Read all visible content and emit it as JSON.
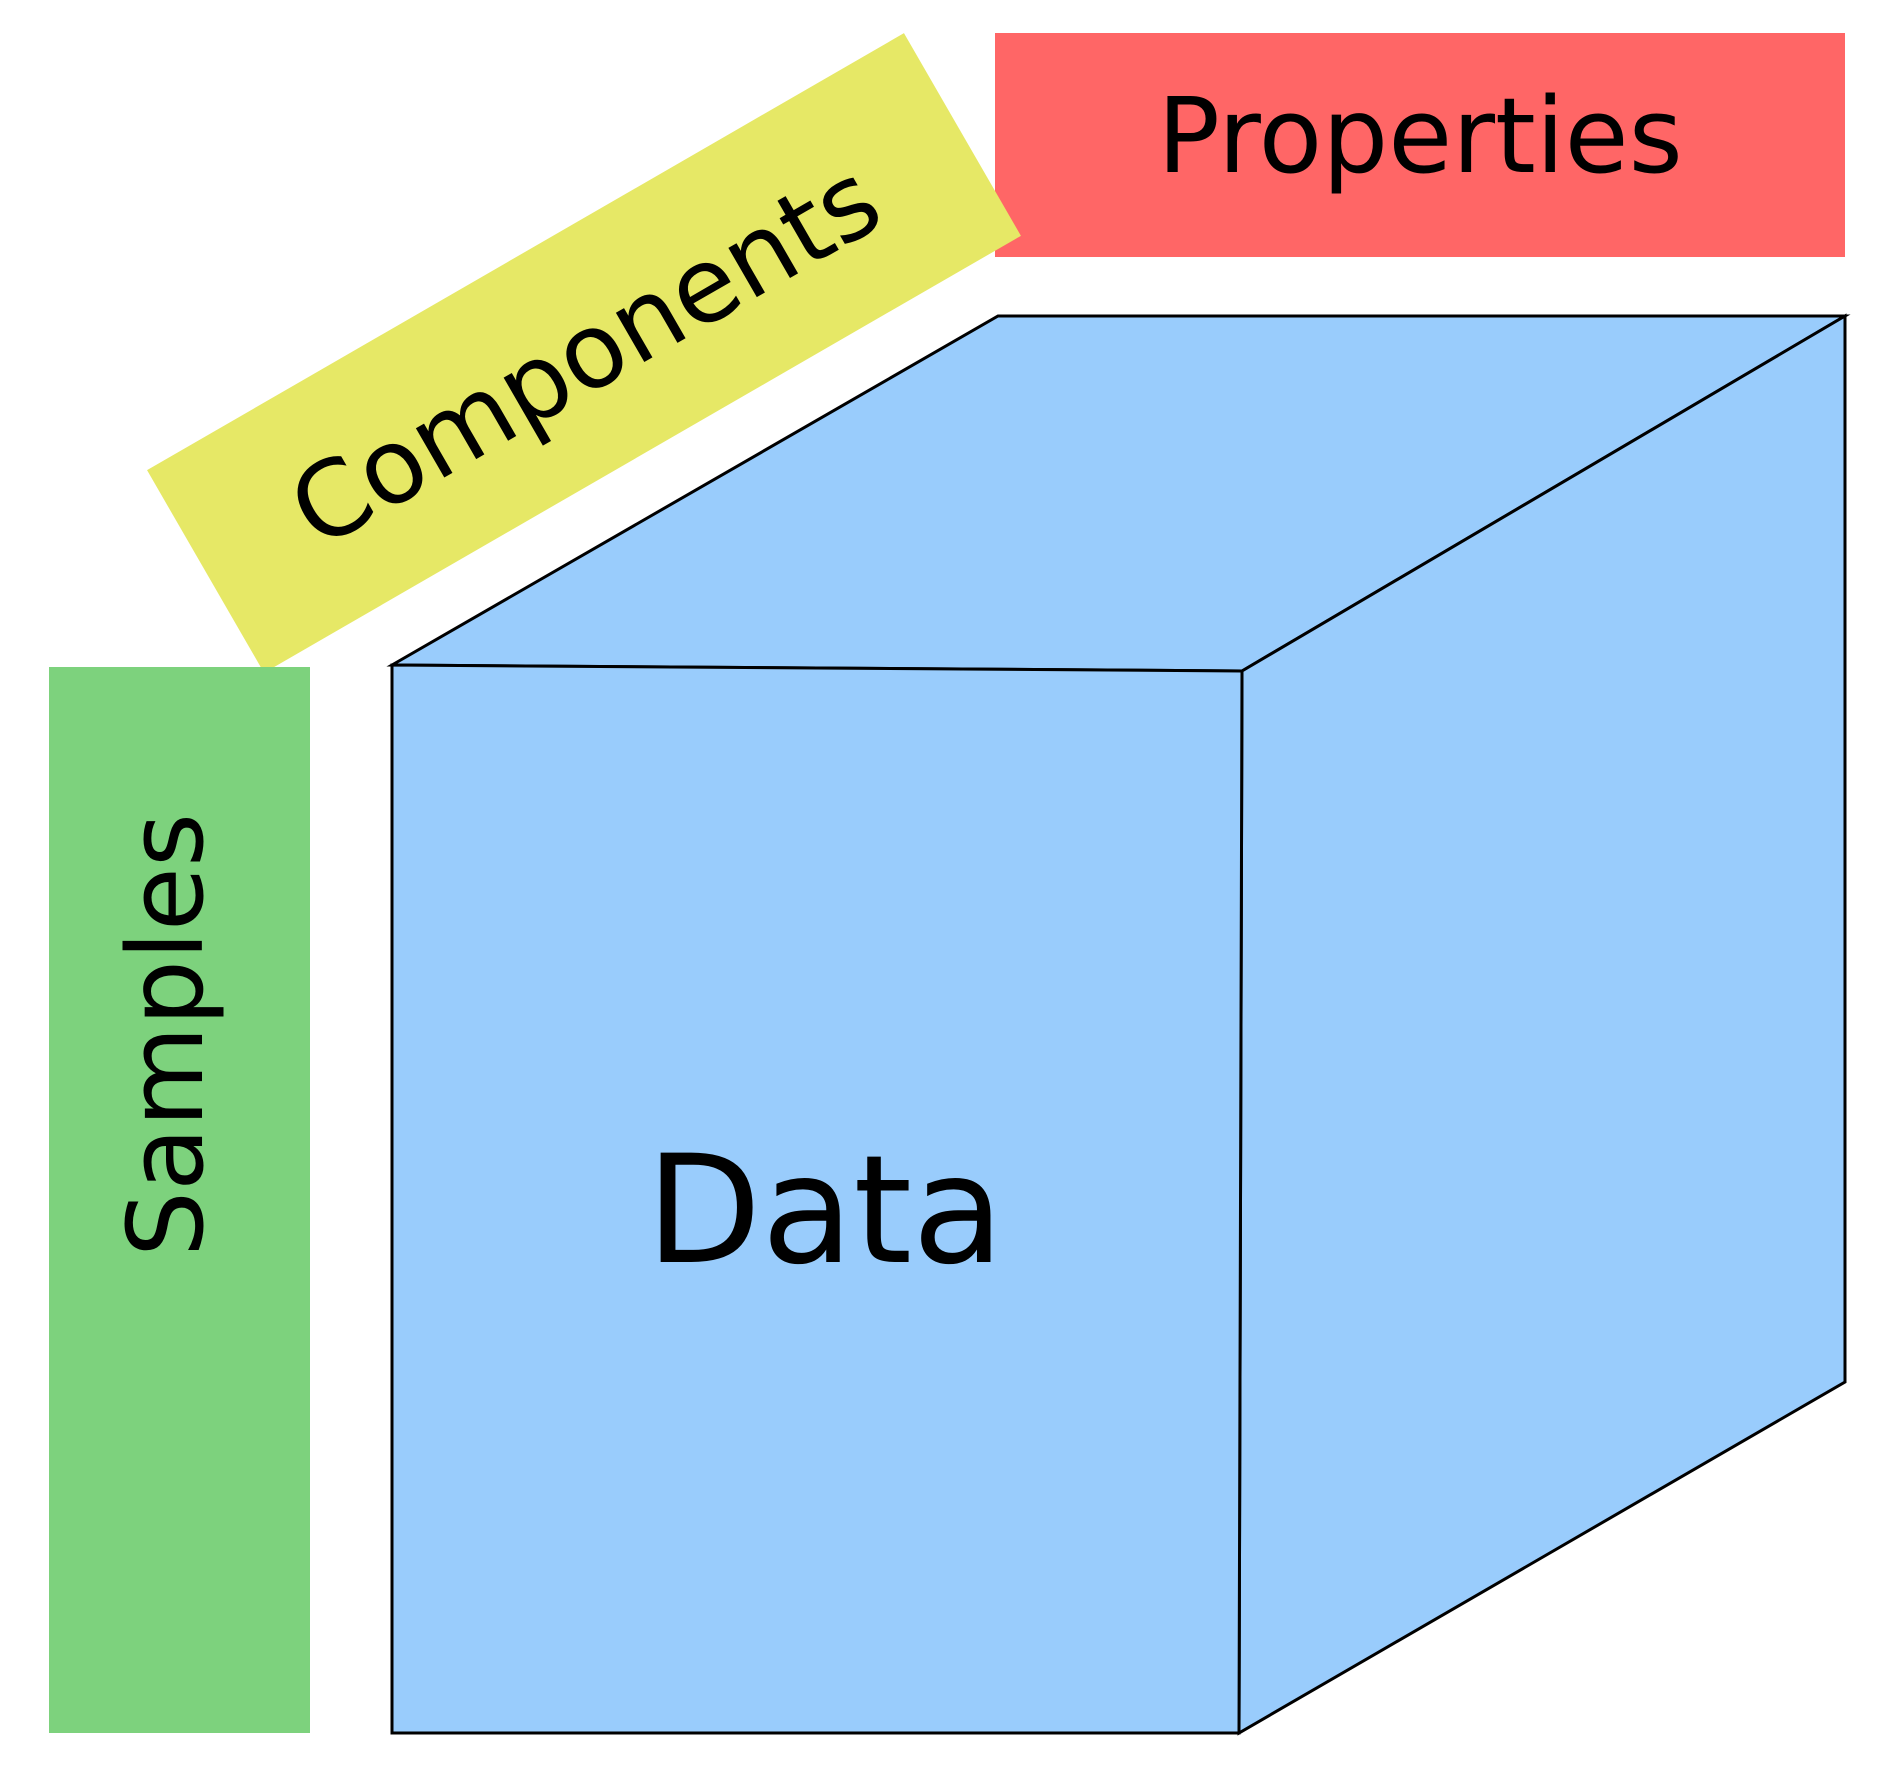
{
  "labels": {
    "properties": "Properties",
    "components": "Components",
    "samples": "Samples",
    "data": "Data"
  },
  "colors": {
    "properties": "#ff6666",
    "components": "#e6e866",
    "samples": "#7dd27d",
    "cube": "#99ccfc",
    "outline": "#000000",
    "background": "#ffffff"
  }
}
